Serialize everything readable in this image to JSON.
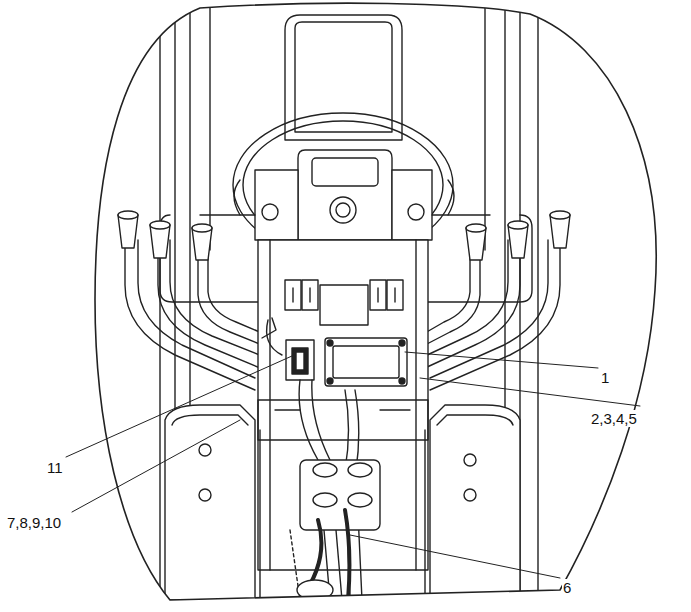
{
  "diagram": {
    "labels": [
      "1",
      "2,3,4,5",
      "11",
      "7,8,9,10",
      "6"
    ]
  }
}
